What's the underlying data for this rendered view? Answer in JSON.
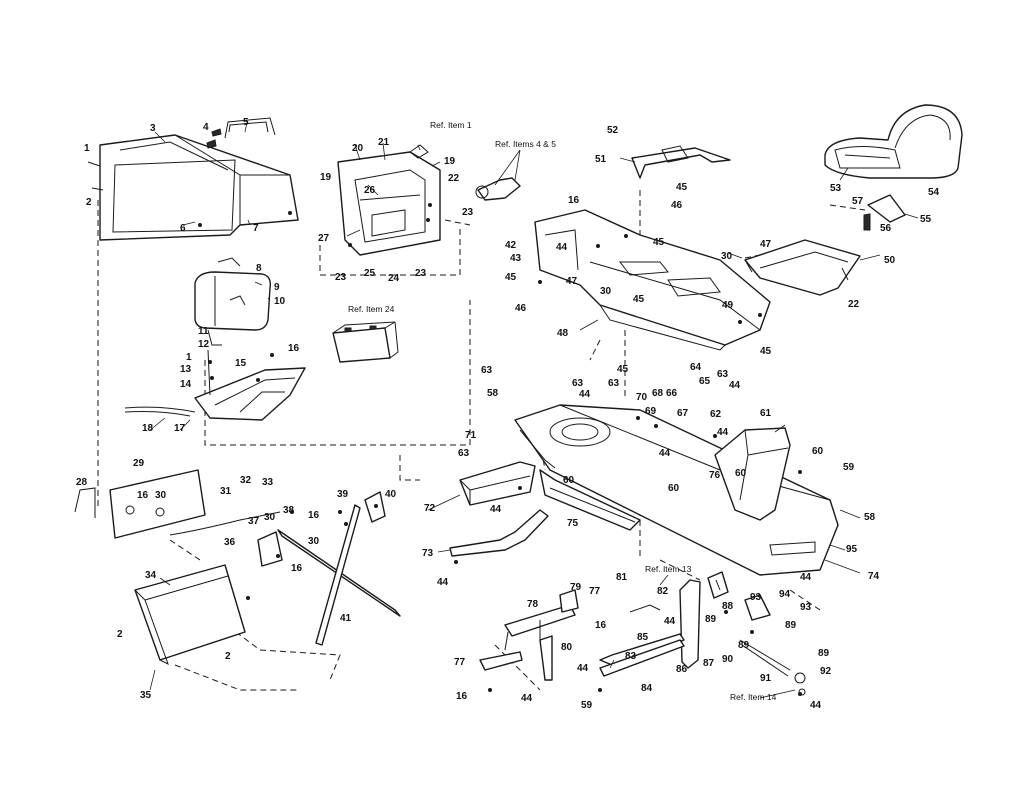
{
  "labels": {
    "n1a": "1",
    "n2a": "2",
    "n3": "3",
    "n4": "4",
    "n5": "5",
    "n6": "6",
    "n7": "7",
    "n8": "8",
    "n9": "9",
    "n10": "10",
    "n11": "11",
    "n12": "12",
    "n1b": "1",
    "n13": "13",
    "n14": "14",
    "n15": "15",
    "n16a": "16",
    "n17": "17",
    "n18": "18",
    "n19a": "19",
    "n19b": "19",
    "n20": "20",
    "n21": "21",
    "n22a": "22",
    "n23a": "23",
    "n23b": "23",
    "n23c": "23",
    "n24": "24",
    "n25": "25",
    "n26": "26",
    "n27": "27",
    "n28": "28",
    "n29": "29",
    "n16b": "16",
    "n30a": "30",
    "n31": "31",
    "n32": "32",
    "n33": "33",
    "n38": "38",
    "n37": "37",
    "n36": "36",
    "n30b": "30",
    "n30c": "30",
    "n16c": "16",
    "n16d": "16",
    "n39": "39",
    "n40": "40",
    "n41": "41",
    "n34": "34",
    "n2b": "2",
    "n2c": "2",
    "n35": "35",
    "n52": "52",
    "n51": "51",
    "n45a": "45",
    "n46a": "46",
    "n16e": "16",
    "n42": "42",
    "n43": "43",
    "n44a": "44",
    "n45b": "45",
    "n47a": "47",
    "n46b": "46",
    "n48": "48",
    "n30d": "30",
    "n45c": "45",
    "n45d": "45",
    "n30e": "30",
    "n47b": "47",
    "n49": "49",
    "n45e": "45",
    "n53": "53",
    "n57": "57",
    "n54": "54",
    "n55": "55",
    "n56": "56",
    "n50": "50",
    "n22b": "22",
    "n63a": "63",
    "n58a": "58",
    "n71": "71",
    "n63b": "63",
    "n44b": "44",
    "n63c": "63",
    "n45f": "45",
    "n70": "70",
    "n68": "68",
    "n66": "66",
    "n69": "69",
    "n67": "67",
    "n64": "64",
    "n65": "65",
    "n63d": "63",
    "n62": "62",
    "n44c": "44",
    "n44d": "44",
    "n61": "61",
    "n60a": "60",
    "n60b": "60",
    "n60c": "60",
    "n60d": "60",
    "n76": "76",
    "n59a": "59",
    "n58b": "58",
    "n72": "72",
    "n44e": "44",
    "n75": "75",
    "n73": "73",
    "n44f": "44",
    "n95": "95",
    "n74": "74",
    "n44g": "44",
    "n63e": "63",
    "n81": "81",
    "n82": "82",
    "n77a": "77",
    "n79": "79",
    "n78": "78",
    "n16f": "16",
    "n80": "80",
    "n77b": "77",
    "n16g": "16",
    "n44h": "44",
    "n44i": "44",
    "n85": "85",
    "n83": "83",
    "n84": "84",
    "n86": "86",
    "n87": "87",
    "n59b": "59",
    "n88": "88",
    "n89a": "89",
    "n89b": "89",
    "n94": "94",
    "n93a": "93",
    "n93b": "93",
    "n89c": "89",
    "n90": "90",
    "n91": "91",
    "n89d": "89",
    "n92": "92",
    "n44j": "44",
    "n44k": "44",
    "n44l": "44"
  },
  "references": {
    "ref_item_1": "Ref. Item 1",
    "ref_items_4_5": "Ref. Items 4 & 5",
    "ref_item_24": "Ref. Item 24",
    "ref_item_13": "Ref. Item 13",
    "ref_item_14": "Ref. Item 14"
  }
}
